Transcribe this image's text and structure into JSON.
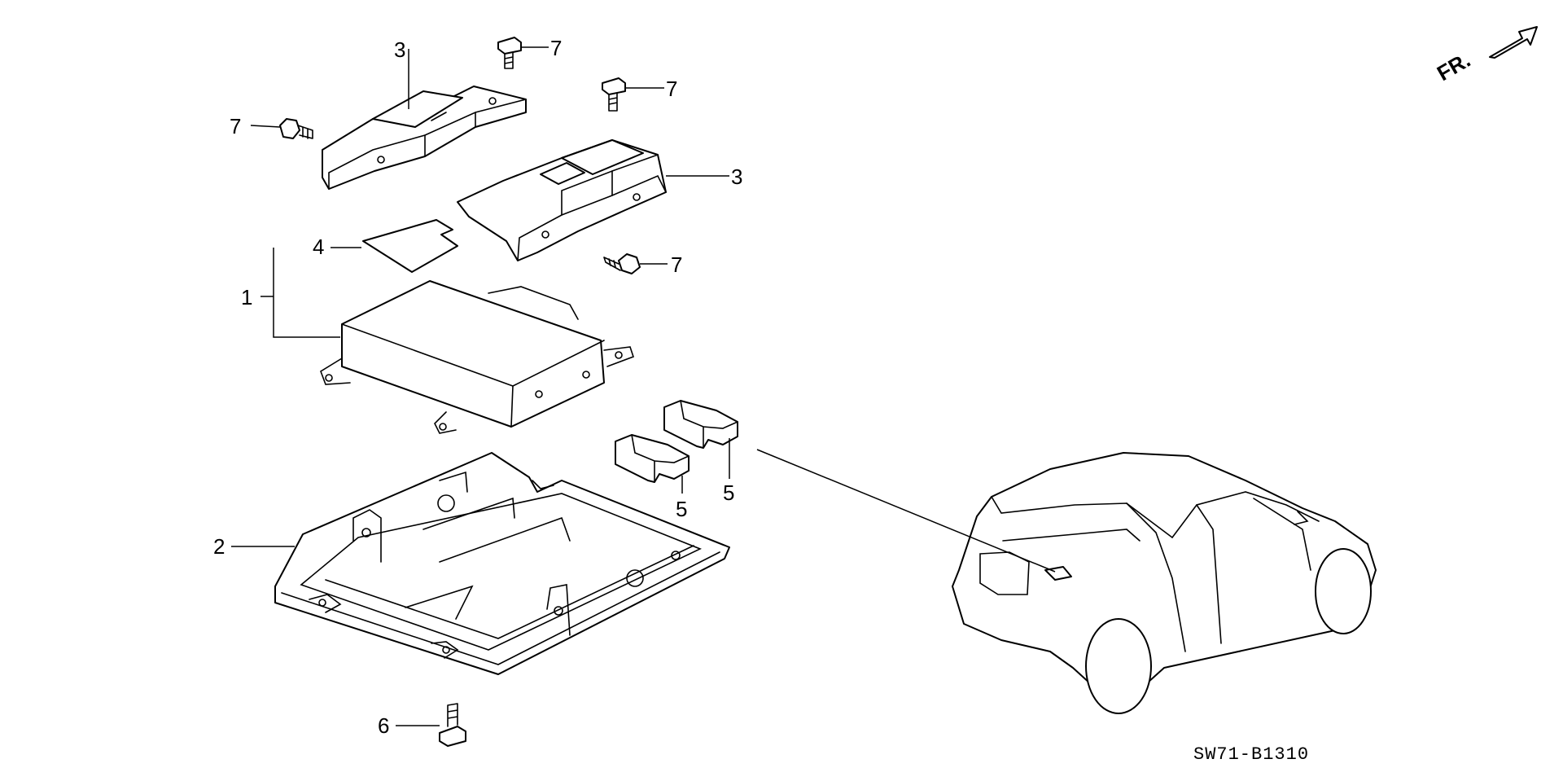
{
  "diagram": {
    "code": "SW71-B1310",
    "front_indicator": "FR.",
    "callouts": {
      "unit": "1",
      "base_tray": "2",
      "bracket_rear": "3",
      "bracket_front": "3",
      "pad": "4",
      "connector_left": "5",
      "connector_right": "5",
      "bottom_bolt": "6",
      "bolt_top_center": "7",
      "bolt_top_right": "7",
      "bolt_left": "7",
      "bolt_mid_right": "7"
    }
  }
}
